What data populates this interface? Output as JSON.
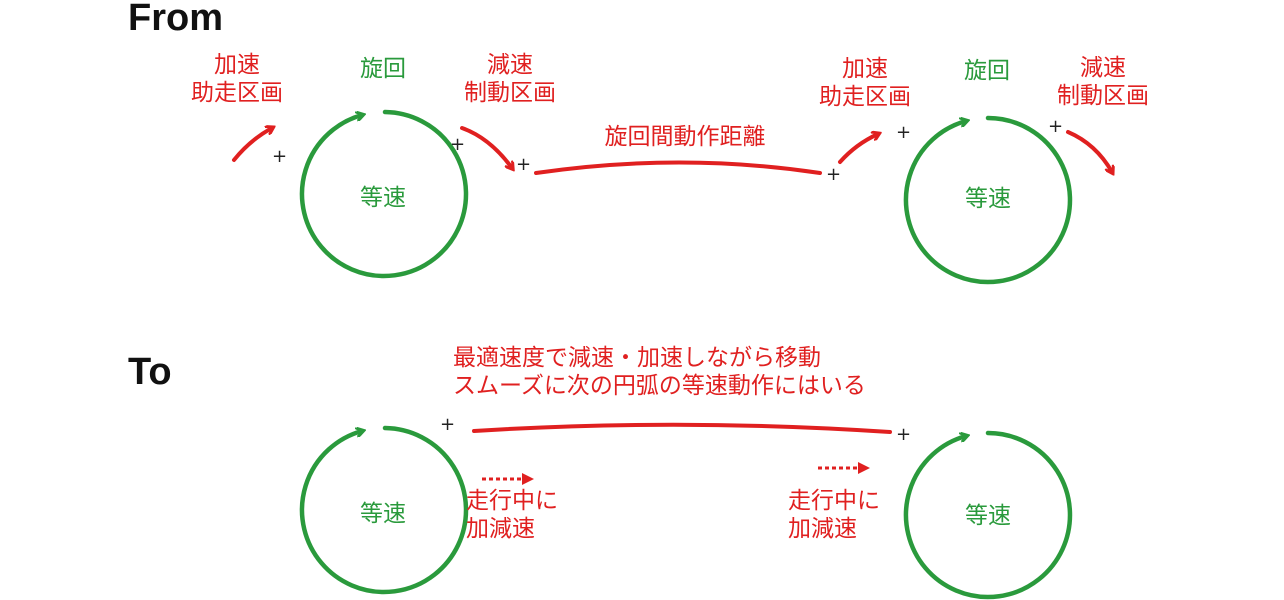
{
  "colors": {
    "green": "#2a9a3c",
    "red": "#e02020",
    "text": "#111111"
  },
  "sections": {
    "from": {
      "heading": "From",
      "left": {
        "accel": [
          "加速",
          "助走区画"
        ],
        "turn": "旋回",
        "decel": [
          "減速",
          "制動区画"
        ],
        "constant": "等速"
      },
      "right": {
        "accel": [
          "加速",
          "助走区画"
        ],
        "turn": "旋回",
        "decel": [
          "減速",
          "制動区画"
        ],
        "constant": "等速"
      },
      "transit": "旋回間動作距離",
      "plus": "+"
    },
    "to": {
      "heading": "To",
      "transit": [
        "最適速度で減速・加速しながら移動",
        "スムーズに次の円弧の等速動作にはいる"
      ],
      "left": {
        "constant": "等速",
        "accel_note": [
          "走行中に",
          "加減速"
        ]
      },
      "right": {
        "constant": "等速",
        "accel_note": [
          "走行中に",
          "加減速"
        ]
      },
      "plus": "+"
    }
  }
}
